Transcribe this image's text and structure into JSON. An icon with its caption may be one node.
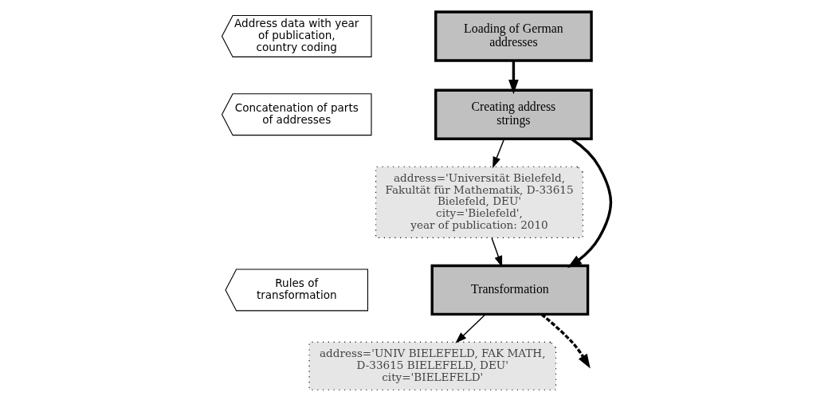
{
  "diagram": {
    "nodes": [
      {
        "text": [
          "Address data with year of publication, country coding"
        ]
      },
      {
        "text": [
          "Loading of German addresses"
        ]
      },
      {
        "text": [
          "Concatenation of parts of addresses"
        ]
      },
      {
        "text": [
          "Creating address strings"
        ]
      },
      {
        "text": [
          "address='Universität Bielefeld, Fakultät für Mathematik, D-33615 Bielefeld, DEU'",
          "city='Bielefeld',",
          "year of publication: 2010"
        ]
      },
      {
        "text": [
          "Rules of transformation"
        ]
      },
      {
        "text": [
          "Transformation"
        ]
      },
      {
        "text": [
          "address='UNIV BIELEFELD, FAK MATH, D-33615 BIELEFELD, DEU'",
          "city='BIELEFELD'"
        ]
      }
    ],
    "edges": [
      {
        "from": 1,
        "to": 3,
        "arrow": "to",
        "style": "thick"
      },
      {
        "from": 3,
        "to": 6,
        "arrow": "to",
        "style": "thick"
      },
      {
        "from": 3,
        "to": 4,
        "arrow": "to"
      },
      {
        "from": 4,
        "to": 6,
        "arrow": "to"
      },
      {
        "from": 6,
        "to": 7,
        "arrow": "to"
      },
      {
        "from": 6,
        "to": null,
        "arrow": "to",
        "style": "dashed"
      }
    ]
  }
}
